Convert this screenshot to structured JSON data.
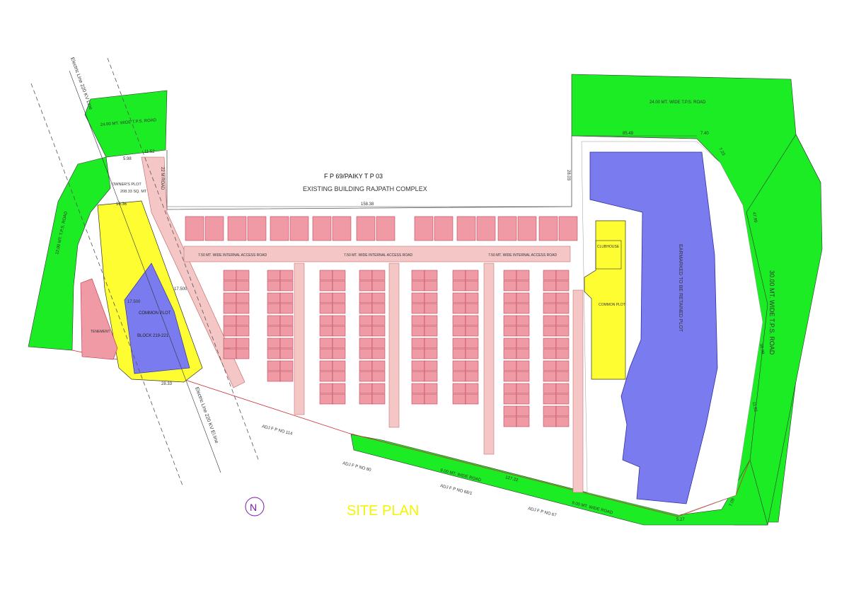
{
  "plan": {
    "title": "SITE PLAN",
    "fp_label": "F P 69/PAIKY T P 03",
    "existing_building": "EXISTING BUILDING RAJPATH COMPLEX",
    "owners_plot": "OWNER'S PLOT",
    "owners_plot_area": "208.33 SQ. MT",
    "common_plot_left": "COMMON PLOT",
    "block_label": "BLOCK 219-221",
    "common_plot_right": "COMMON PLOT",
    "clubhouse": "CLUBHOUSE",
    "big_plot_label": "EARMARKED TO BE RETAINED PLOT",
    "roads": {
      "top_left": "24.00 MT. WIDE T.P.S. ROAD",
      "top_right": "24.00 MT. WIDE T.P.S. ROAD",
      "left_vertical": "12.00 MT. T.P.S. ROAD",
      "right_vertical": "30.00 MT. WIDE T.P.S. ROAD",
      "bottom_1": "9.00 MT. WIDE ROAD",
      "bottom_2": "9.00 MT. WIDE ROAD",
      "internal_1": "7.50 MT. WIDE INTERNAL ACCESS ROAD",
      "internal_2": "7.50 MT. WIDE INTERNAL ACCESS ROAD",
      "internal_3": "7.50 MT. WIDE INTERNAL ACCESS ROAD",
      "vertical_access": "22 M ROAD",
      "electric_line_top": "Electric Line 220 KV Line",
      "electric_line_bottom": "Electric Line 220 KV El.line"
    },
    "adjacent": [
      "ADJ F P NO 114",
      "ADJ F P NO 80",
      "ADJ F P NO 68/1",
      "ADJ F P NO 67"
    ],
    "dimensions": [
      "158.38",
      "85.49",
      "7.40",
      "28.03",
      "17.500",
      "17.500",
      "28.33",
      "127.22",
      "5.27",
      "7.09",
      "47.99",
      "30.99",
      "11.92",
      "5.98",
      "11.52",
      "16.36",
      "7.23"
    ],
    "tenement_label": "TENEMENT",
    "colors": {
      "green_road": "#1bec24",
      "yellow_plot": "#fdfd32",
      "blue_plot": "#7b7bf0",
      "unit_fill": "#ef9aa5",
      "title": "#f5f500"
    }
  }
}
